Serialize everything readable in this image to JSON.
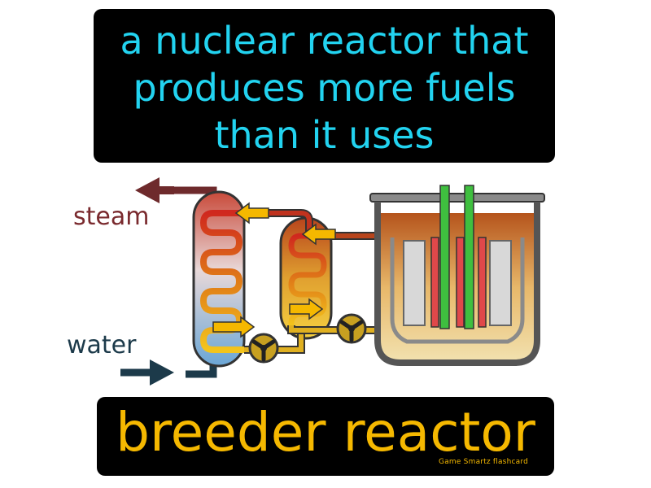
{
  "definition": {
    "lines": [
      "a nuclear reactor that",
      "produces more fuels",
      "than it uses"
    ]
  },
  "term": "breeder reactor",
  "credit": "Game  Smartz  flashcard",
  "labels": {
    "steam": "steam",
    "water": "water"
  },
  "colors": {
    "definition_text": "#22d3f0",
    "term_text": "#f5b800",
    "steam_arrow": "#6e2a2c",
    "water_arrow": "#1c3a4a",
    "flow_arrow": "#f5b800",
    "control_rod": "#3fbf3f",
    "fuel_rod": "#e0484a"
  },
  "icons": [
    "steam-arrow-icon",
    "water-arrow-icon",
    "pump-icon",
    "flow-arrow-icon"
  ]
}
